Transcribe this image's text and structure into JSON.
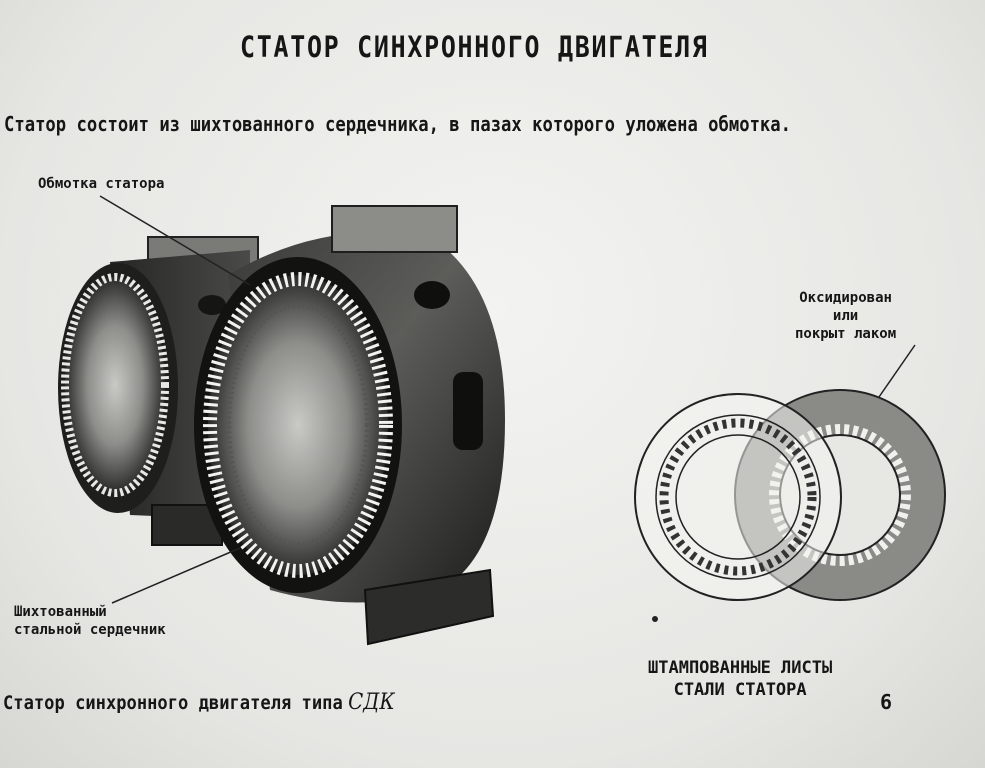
{
  "title": "СТАТОР СИНХРОННОГО ДВИГАТЕЛЯ",
  "subtitle": "Статор состоит из шихтованного сердечника, в пазах которого уложена обмотка.",
  "labels": {
    "winding": "Обмотка статора",
    "core_line1": "Шихтованный",
    "core_line2": "стальной сердечник",
    "oxid_line1": "Оксидирован",
    "oxid_line2": "или",
    "oxid_line3": "покрыт лаком",
    "stamped_line1": "ШТАМПОВАННЫЕ ЛИСТЫ",
    "stamped_line2": "СТАЛИ СТАТОРА"
  },
  "caption": {
    "text": "Статор синхронного двигателя типа",
    "type": "СДК"
  },
  "page_number": "6"
}
